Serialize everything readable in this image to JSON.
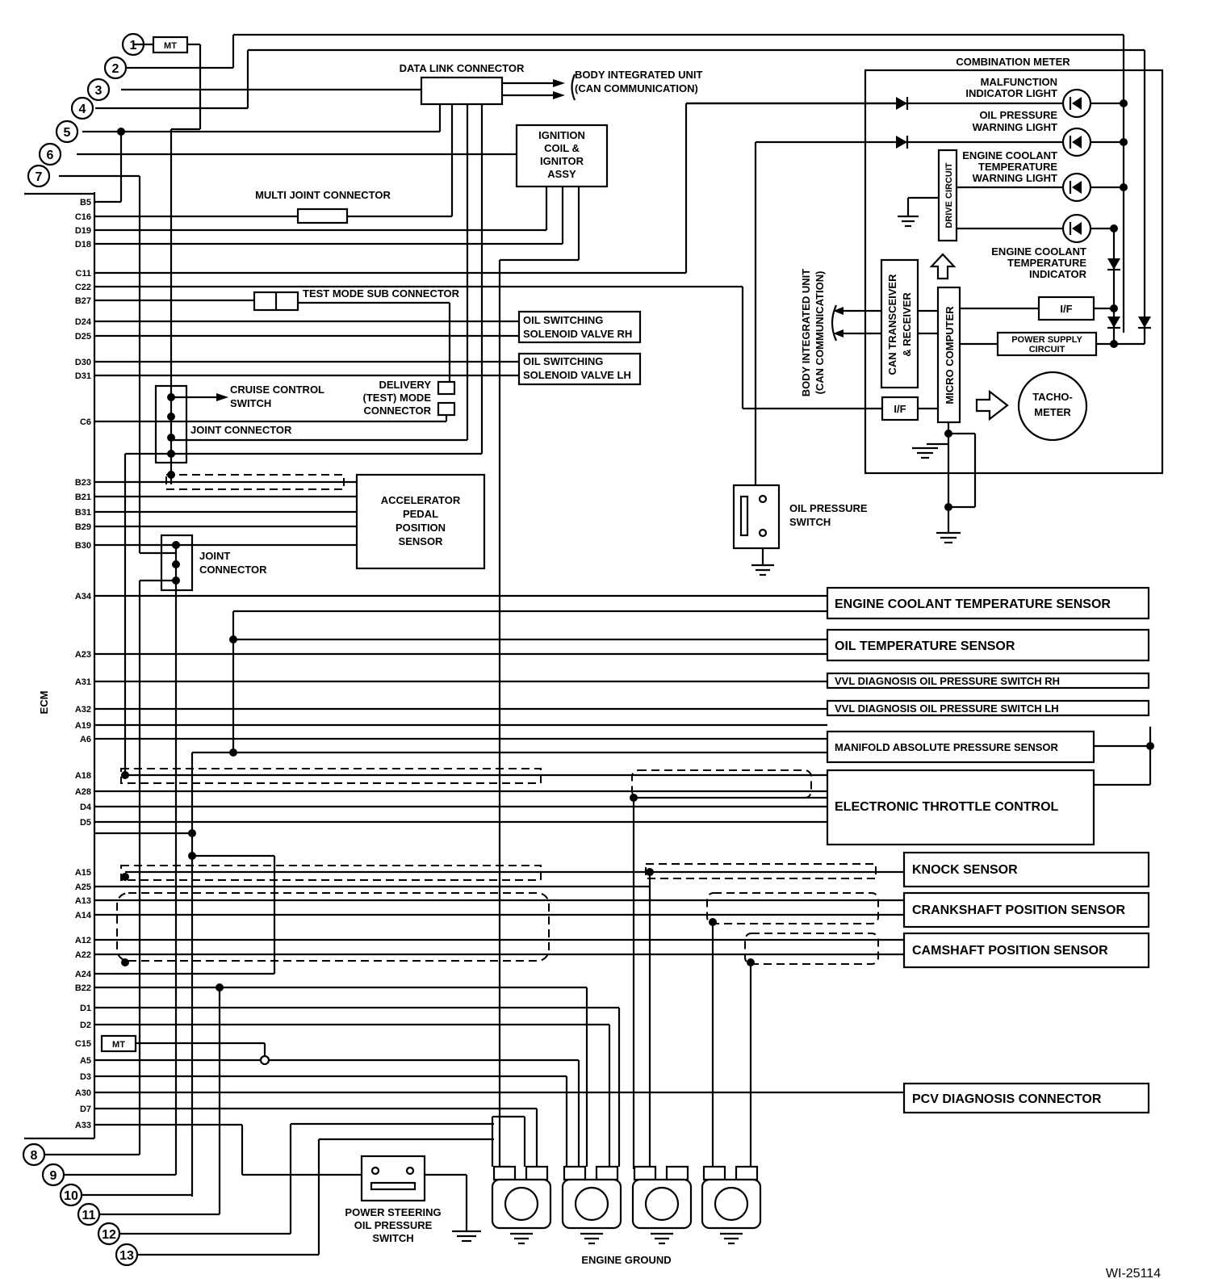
{
  "ecm": {
    "label": "ECM",
    "pins": [
      "B5",
      "C16",
      "D19",
      "D18",
      "C11",
      "C22",
      "B27",
      "D24",
      "D25",
      "D30",
      "D31",
      "C6",
      "B23",
      "B21",
      "B31",
      "B29",
      "B30",
      "A34",
      "A23",
      "A31",
      "A32",
      "A19",
      "A6",
      "A18",
      "A28",
      "D4",
      "D5",
      "A15",
      "A25",
      "A13",
      "A14",
      "A12",
      "A22",
      "A24",
      "B22",
      "D1",
      "D2",
      "C15",
      "A5",
      "D3",
      "A30",
      "D7",
      "A33"
    ]
  },
  "connectors_left": [
    "1",
    "2",
    "3",
    "4",
    "5",
    "6",
    "7",
    "8",
    "9",
    "10",
    "11",
    "12",
    "13"
  ],
  "labels": {
    "mt": "MT",
    "data_link_connector": "DATA LINK CONNECTOR",
    "body_integrated_unit_1": "BODY INTEGRATED UNIT",
    "can_communication_1": "(CAN COMMUNICATION)",
    "combination_meter": "COMBINATION METER",
    "malfunction_l1": "MALFUNCTION",
    "malfunction_l2": "INDICATOR LIGHT",
    "oil_pressure_l1": "OIL PRESSURE",
    "oil_pressure_l2": "WARNING LIGHT",
    "ect_warning_l1": "ENGINE COOLANT",
    "ect_warning_l2": "TEMPERATURE",
    "ect_warning_l3": "WARNING LIGHT",
    "ect_indicator_l1": "ENGINE COOLANT",
    "ect_indicator_l2": "TEMPERATURE",
    "ect_indicator_l3": "INDICATOR",
    "drive_circuit": "DRIVE CIRCUIT",
    "can_transceiver_l1": "CAN TRANSCEIVER",
    "can_transceiver_l2": "& RECEIVER",
    "micro_computer": "MICRO COMPUTER",
    "if_1": "I/F",
    "if_2": "I/F",
    "power_supply_l1": "POWER SUPPLY",
    "power_supply_l2": "CIRCUIT",
    "tacho_l1": "TACHO-",
    "tacho_l2": "METER",
    "body_integrated_unit_2": "BODY INTEGRATED UNIT",
    "can_communication_2": "(CAN COMMUNICATION)",
    "ignition_l1": "IGNITION",
    "ignition_l2": "COIL &",
    "ignition_l3": "IGNITOR",
    "ignition_l4": "ASSY",
    "multi_joint_connector": "MULTI JOINT CONNECTOR",
    "test_mode_sub_connector": "TEST MODE SUB CONNECTOR",
    "oil_sol_rh_l1": "OIL SWITCHING",
    "oil_sol_rh_l2": "SOLENOID VALVE RH",
    "oil_sol_lh_l1": "OIL SWITCHING",
    "oil_sol_lh_l2": "SOLENOID VALVE LH",
    "cruise_l1": "CRUISE CONTROL",
    "cruise_l2": "SWITCH",
    "delivery_l1": "DELIVERY",
    "delivery_l2": "(TEST) MODE",
    "delivery_l3": "CONNECTOR",
    "joint_connector_1": "JOINT CONNECTOR",
    "accel_l1": "ACCELERATOR",
    "accel_l2": "PEDAL",
    "accel_l3": "POSITION",
    "accel_l4": "SENSOR",
    "joint_connector_2_l1": "JOINT",
    "joint_connector_2_l2": "CONNECTOR",
    "oil_pressure_switch_l1": "OIL PRESSURE",
    "oil_pressure_switch_l2": "SWITCH",
    "ect_sensor": "ENGINE COOLANT TEMPERATURE SENSOR",
    "oil_temp_sensor": "OIL TEMPERATURE SENSOR",
    "vvl_rh": "VVL DIAGNOSIS OIL PRESSURE SWITCH RH",
    "vvl_lh": "VVL DIAGNOSIS OIL PRESSURE SWITCH LH",
    "map_sensor": "MANIFOLD ABSOLUTE PRESSURE SENSOR",
    "etc": "ELECTRONIC THROTTLE CONTROL",
    "knock_sensor": "KNOCK SENSOR",
    "crank_sensor": "CRANKSHAFT POSITION SENSOR",
    "cam_sensor": "CAMSHAFT POSITION SENSOR",
    "pcv_connector": "PCV DIAGNOSIS CONNECTOR",
    "ps_l1": "POWER STEERING",
    "ps_l2": "OIL PRESSURE",
    "ps_l3": "SWITCH",
    "engine_ground": "ENGINE GROUND",
    "figure_id": "WI-25114"
  }
}
